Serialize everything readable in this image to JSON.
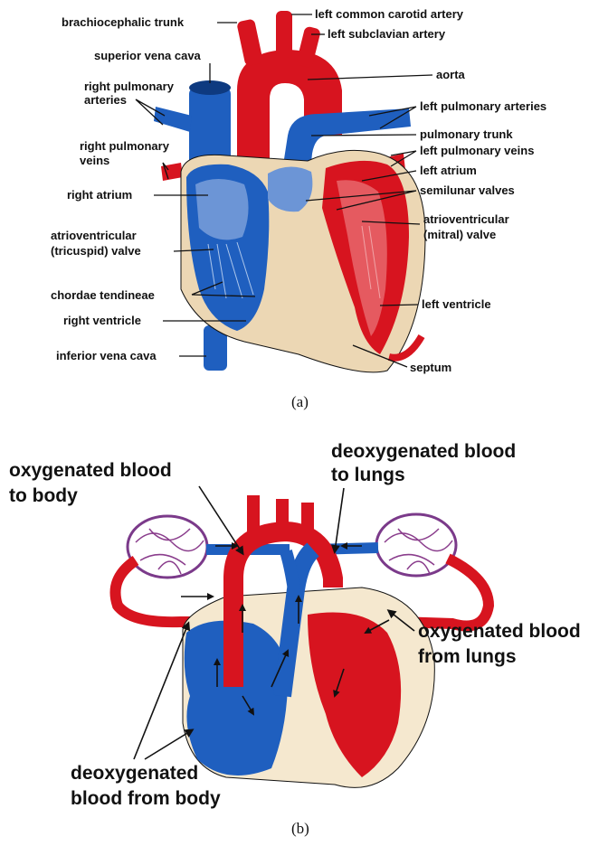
{
  "panel_a": {
    "labels": {
      "brachiocephalic_trunk": "brachiocephalic trunk",
      "left_common_carotid": "left common carotid artery",
      "left_subclavian": "left subclavian artery",
      "superior_vena_cava": "superior vena cava",
      "aorta": "aorta",
      "right_pulmonary_arteries_1": "right pulmonary",
      "right_pulmonary_arteries_2": "arteries",
      "left_pulmonary_arteries": "left pulmonary arteries",
      "pulmonary_trunk": "pulmonary trunk",
      "left_pulmonary_veins": "left pulmonary veins",
      "right_pulmonary_veins_1": "right pulmonary",
      "right_pulmonary_veins_2": "veins",
      "left_atrium": "left atrium",
      "right_atrium": "right atrium",
      "semilunar_valves": "semilunar valves",
      "mitral_1": "atrioventricular",
      "mitral_2": "(mitral) valve",
      "tricuspid_1": "atrioventricular",
      "tricuspid_2": "(tricuspid) valve",
      "chordae": "chordae tendineae",
      "left_ventricle": "left ventricle",
      "right_ventricle": "right ventricle",
      "inferior_vena_cava": "inferior vena cava",
      "septum": "septum"
    },
    "caption": "(a)"
  },
  "panel_b": {
    "labels": {
      "oxy_to_body_1": "oxygenated blood",
      "oxy_to_body_2": "to body",
      "deoxy_to_lungs_1": "deoxygenated blood",
      "deoxy_to_lungs_2": "to lungs",
      "oxy_from_lungs_1": "oxygenated blood",
      "oxy_from_lungs_2": "from lungs",
      "deoxy_from_body_1": "deoxygenated",
      "deoxy_from_body_2": "blood from body"
    },
    "caption": "(b)"
  },
  "colors": {
    "oxygenated": "#d7141f",
    "deoxygenated": "#1f5fbf",
    "tissue": "#ecd7b4",
    "outline": "#111111"
  }
}
